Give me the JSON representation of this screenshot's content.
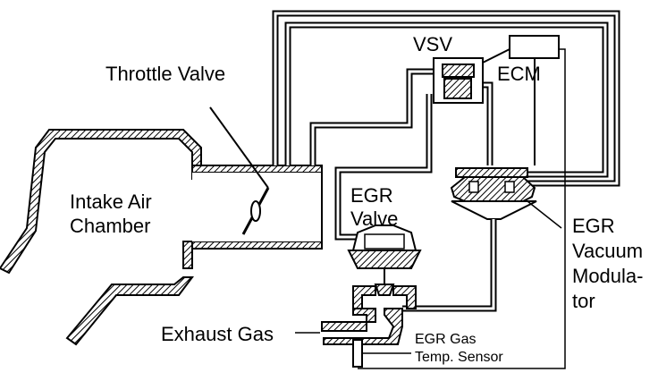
{
  "labels": {
    "throttle_valve": "Throttle Valve",
    "intake_air_chamber_1": "Intake Air",
    "intake_air_chamber_2": "Chamber",
    "vsv": "VSV",
    "ecm": "ECM",
    "egr_valve_1": "EGR",
    "egr_valve_2": "Valve",
    "egr_vacuum_modulator_1": "EGR",
    "egr_vacuum_modulator_2": "Vacuum",
    "egr_vacuum_modulator_3": "Modula-",
    "egr_vacuum_modulator_4": "tor",
    "exhaust_gas": "Exhaust Gas",
    "egr_gas_temp_sensor_1": "EGR Gas",
    "egr_gas_temp_sensor_2": "Temp. Sensor"
  }
}
